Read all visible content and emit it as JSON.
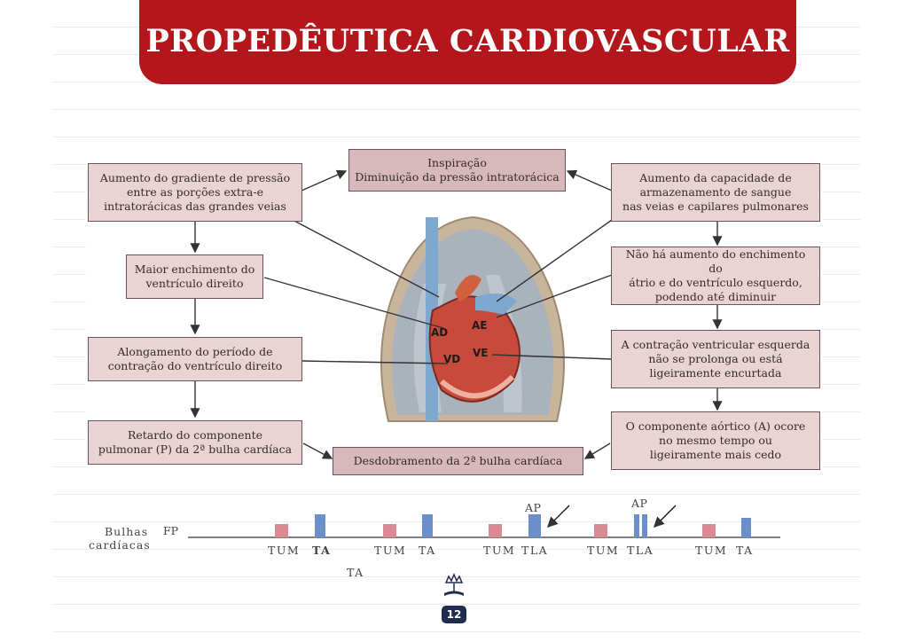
{
  "header": {
    "title": "PROPEDÊUTICA CARDIOVASCULAR"
  },
  "flow": {
    "center_top": "Inspiração\nDiminuição da pressão intratorácica",
    "left_1": "Aumento do gradiente de pressão\nentre as porções extra-e\nintratorácicas das grandes veias",
    "left_2": "Maior enchimento do\nventrículo direito",
    "left_3": "Alongamento do período de\ncontração do ventrículo direito",
    "left_4": "Retardo do componente\npulmonar (P) da 2ª bulha cardíaca",
    "right_1": "Aumento da capacidade de\narmazenamento de sangue\nnas veias e capilares pulmonares",
    "right_2": "Não há aumento do enchimento do\nátrio e do ventrículo esquerdo,\npodendo até diminuir",
    "right_3": "A contração ventricular esquerda\nnão se prolonga ou está\nligeiramente encurtada",
    "right_4": "O componente aórtico (A) ocore\nno mesmo tempo ou\nligeiramente mais cedo",
    "center_bottom": "Desdobramento da 2ª bulha cardíaca"
  },
  "heart_labels": {
    "ad": "AD",
    "ae": "AE",
    "vd": "VD",
    "ve": "VE"
  },
  "sounds": {
    "label_line1": "Bulhas",
    "label_line2": "cardíacas",
    "fp": "FP",
    "groups": [
      "TUM",
      "TA",
      "TUM",
      "TA",
      "TUM",
      "TLA",
      "TUM",
      "TLA",
      "TUM",
      "TA"
    ],
    "ap1": "AP",
    "ap2": "AP",
    "stray": "TA"
  },
  "page": {
    "number": "12"
  },
  "colors": {
    "title_red": "#b3171c",
    "box_fill": "#e9d3d5",
    "bar_red": "#d98a92",
    "bar_blue": "#6b8fc8",
    "page_navy": "#1f2c4f"
  }
}
